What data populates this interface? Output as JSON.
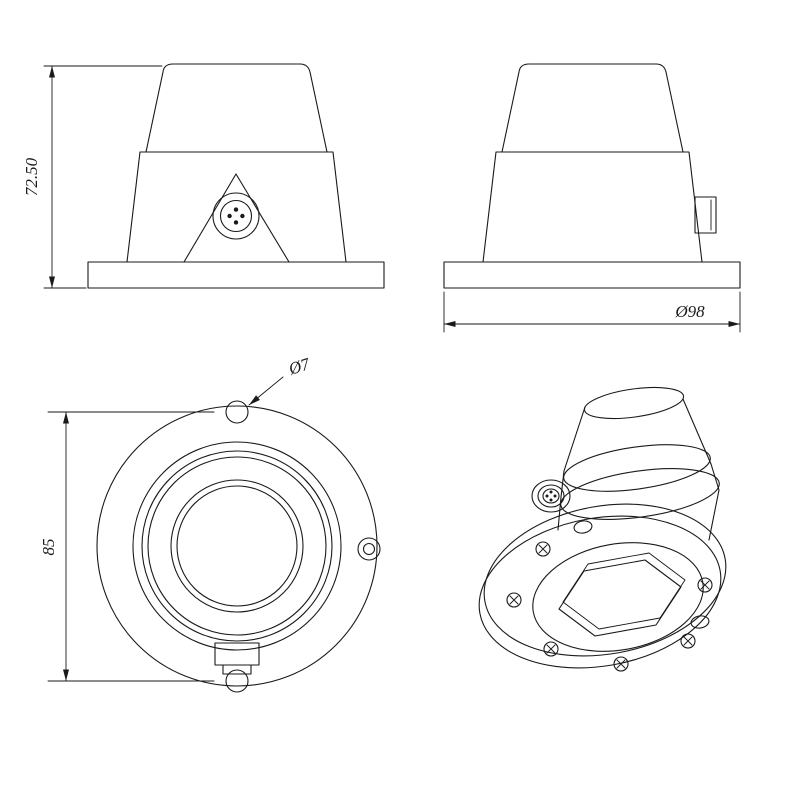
{
  "drawing": {
    "background_color": "#ffffff",
    "line_color": "#1a1a1a",
    "dimensions": {
      "front_height": "72.50",
      "side_flange_diameter": "Ø98",
      "bottom_hole_diameter": "Ø7",
      "bottom_hole_spacing": "85"
    }
  }
}
